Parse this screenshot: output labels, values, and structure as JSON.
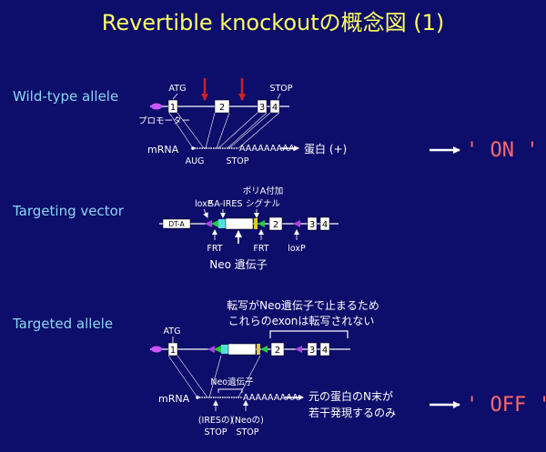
{
  "title": "Revertible knockoutの概念図 (1)",
  "wildtype": {
    "label": "Wild-type allele",
    "atg": "ATG",
    "stop": "STOP",
    "promoter": "プロモーター",
    "exons": [
      "1",
      "2",
      "3",
      "4"
    ],
    "mrna": "mRNA",
    "aug": "AUG",
    "mrna_stop": "STOP",
    "polya": "AAAAAAAAA",
    "protein": "蛋白 (+)",
    "result": "' ON '"
  },
  "vector": {
    "label": "Targeting vector",
    "dta": "DT-A",
    "loxp_top": "loxP",
    "sa_ires": "SA-IRES",
    "polya_signal_1": "ポリA付加",
    "polya_signal_2": "シグナル",
    "frt_left": "FRT",
    "frt_right": "FRT",
    "loxp_bottom": "loxP",
    "neo": "Neo 遺伝子",
    "exons": [
      "2",
      "3",
      "4"
    ]
  },
  "targeted": {
    "label": "Targeted allele",
    "note_1": "転写がNeo遺伝子で止まるため",
    "note_2": "これらのexonは転写されない",
    "atg": "ATG",
    "exons": [
      "1",
      "2",
      "3",
      "4"
    ],
    "neo": "Neo遺伝子",
    "mrna": "mRNA",
    "polya": "AAAAAAAAA",
    "ires_stop_1": "(IRESの)",
    "ires_stop_2": "STOP",
    "neo_stop_1": "(Neoの)",
    "neo_stop_2": "STOP",
    "protein_1": "元の蛋白のN末が",
    "protein_2": "若干発現するのみ",
    "result": "' OFF '"
  },
  "colors": {
    "background": "#0d0d6b",
    "title": "#ffff66",
    "section": "#8ad8f0",
    "on_off": "#ff6a6a",
    "promoter": "#cc55ff",
    "red_arrow": "#cc2222",
    "loxp": "#aa44dd",
    "frt": "#22cc44",
    "ires": "#55dddd",
    "neo_box": "#ffffff",
    "polya_signal": "#ddcc33"
  }
}
